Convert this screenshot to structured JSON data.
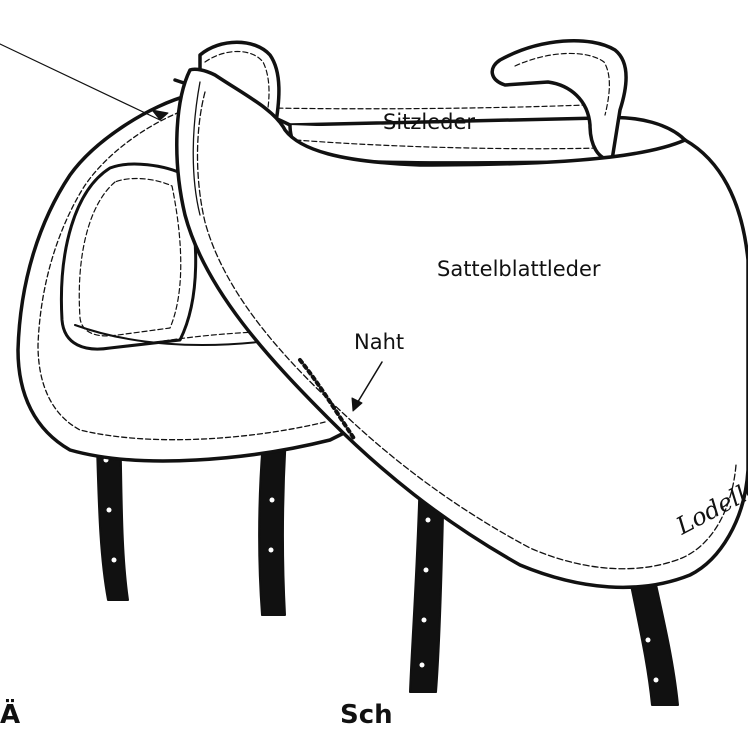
{
  "labels": {
    "sitzleder": "Sitzleder",
    "sattelblattleder": "Sattelblattleder",
    "naht": "Naht"
  },
  "signature": "Lodelle",
  "bottom_cutoff_text": {
    "left": "Ä",
    "right": "Sch"
  },
  "colors": {
    "ink": "#111111",
    "paper": "#ffffff"
  }
}
